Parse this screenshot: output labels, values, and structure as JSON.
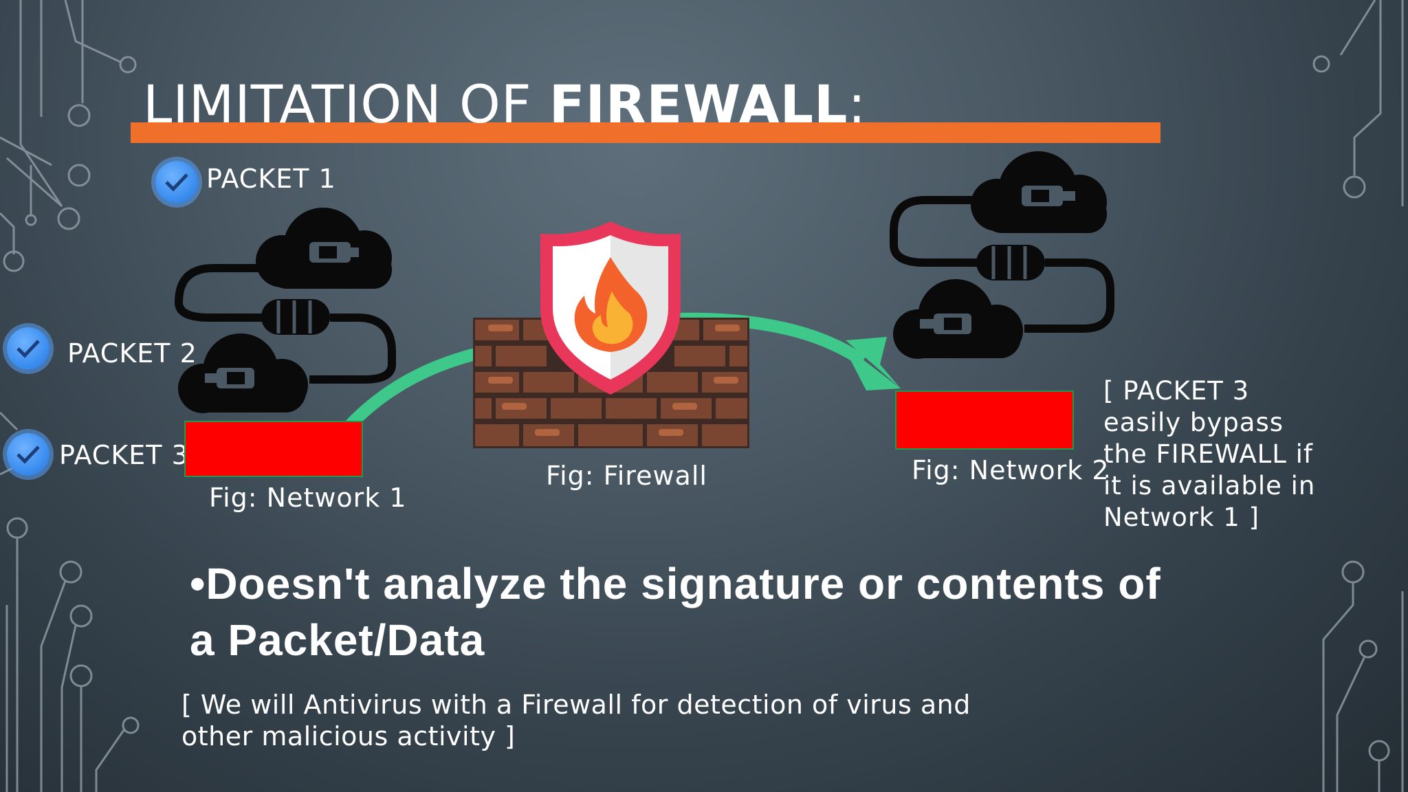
{
  "slide": {
    "title_prefix": "LIMITATION OF ",
    "title_bold": "FIREWALL",
    "title_suffix": ":",
    "colors": {
      "accent_bar": "#f06f2a",
      "redaction": "#ff0000",
      "arrow": "#3ec88a",
      "shield": "#e8375a",
      "checkmark": "#3d8ff0"
    }
  },
  "packets": [
    {
      "label": "PACKET 1"
    },
    {
      "label": "PACKET 2"
    },
    {
      "label": "PACKET 3"
    }
  ],
  "figures": {
    "network1": "Fig: Network 1",
    "firewall": "Fig: Firewall",
    "network2": "Fig: Network 2"
  },
  "note": "[ PACKET 3 easily bypass the FIREWALL if it is available in Network 1 ]",
  "bullet": "•Doesn't analyze the signature or contents of a Packet/Data",
  "footnote": "[ We will Antivirus with a Firewall for detection of virus and other malicious activity ]",
  "icons": [
    "checkmark-badge-icon",
    "cloud-plug-icon",
    "brick-wall-icon",
    "firewall-shield-icon",
    "flame-icon",
    "arrow-icon"
  ]
}
